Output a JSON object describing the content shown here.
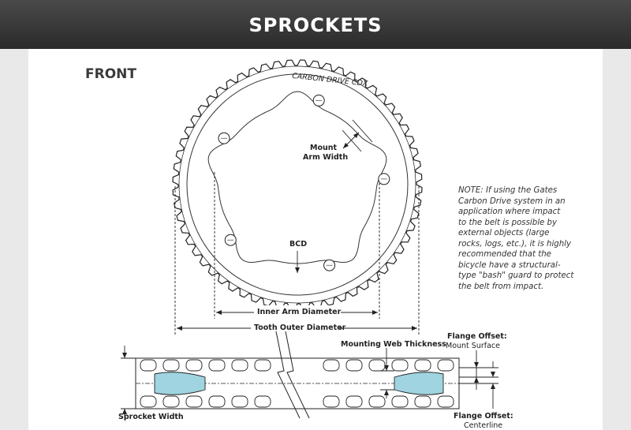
{
  "header": {
    "title": "SPROCKETS"
  },
  "view_label": "FRONT",
  "brand_text": "CARBON DRIVE CDX",
  "labels": {
    "mount_arm_width_1": "Mount",
    "mount_arm_width_2": "Arm Width",
    "bcd": "BCD",
    "inner_arm_diameter": "Inner Arm Diameter",
    "tooth_outer_diameter": "Tooth Outer Diameter",
    "mounting_web_thickness": "Mounting Web Thickness",
    "flange_offset_mount_title": "Flange Offset:",
    "flange_offset_mount_sub": "Mount Surface",
    "sprocket_width": "Sprocket Width",
    "flange_offset_center_title": "Flange Offset:",
    "flange_offset_center_sub": "Centerline"
  },
  "note_lines": [
    "NOTE: If using the Gates",
    "Carbon Drive system in an",
    "application where impact",
    "to the belt is possible by",
    "external objects (large",
    "rocks, logs, etc.), it is highly",
    "recommended that the",
    "bicycle have a structural-",
    "type \"bash\" guard to protect",
    "the belt from impact."
  ],
  "colors": {
    "header_bg": "#333333",
    "line": "#222222",
    "section_fill": "#9fd4e0"
  }
}
